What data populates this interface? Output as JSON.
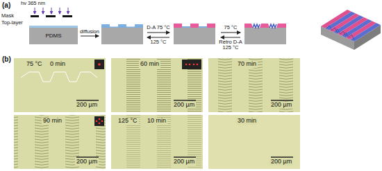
{
  "diagram": {
    "nodes": [
      {
        "text": [
          "PDMS"
        ]
      },
      {
        "text": [
          "75 °C",
          "0 min",
          "200 µm"
        ]
      },
      {
        "text": [
          "60 min",
          "200 µm"
        ]
      },
      {
        "text": [
          "70 min",
          "200 µm"
        ]
      },
      {
        "text": [
          "90 min",
          "200 µm"
        ]
      },
      {
        "text": [
          "125 °C",
          "10 min",
          "200 µm"
        ]
      },
      {
        "text": [
          "30 min",
          "200 µm"
        ]
      }
    ],
    "labels": [
      "(a)",
      "hv 365 nm",
      "Mask",
      "Top-layer",
      "diffusion",
      "D-A 75 °C",
      "125 °C",
      "75 °C",
      "Retro D-A 125 °C",
      "(b)"
    ]
  }
}
